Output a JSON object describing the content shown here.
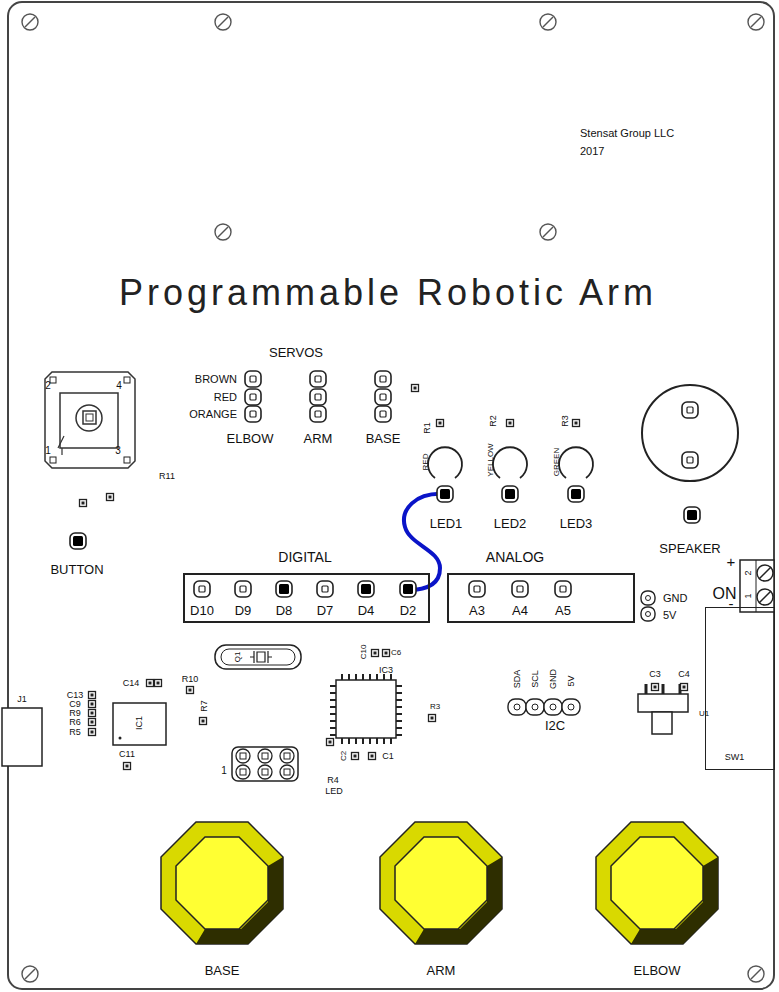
{
  "diagram": {
    "title": "Programmable Robotic Arm",
    "nodes": [
      {
        "text": [
          "DIGITAL",
          "D10",
          "D9",
          "D8",
          "D7",
          "D4",
          "D2"
        ]
      },
      {
        "text": [
          "ANALOG",
          "A3",
          "A4",
          "A5"
        ]
      },
      {
        "text": [
          "ON",
          "SW1"
        ]
      },
      {
        "text": [
          "BASE"
        ]
      },
      {
        "text": [
          "ARM"
        ]
      },
      {
        "text": [
          "ELBOW"
        ]
      }
    ],
    "labels": [
      "Stensat Group LLC",
      "2017",
      "SERVOS",
      "BROWN",
      "RED",
      "ORANGE",
      "ELBOW",
      "ARM",
      "BASE",
      "R1",
      "R2",
      "R3",
      "RED",
      "YELLOW",
      "GREEN",
      "LED1",
      "LED2",
      "LED3",
      "SPEAKER",
      "BUTTON",
      "R11",
      "2",
      "4",
      "1",
      "3",
      "+",
      "-",
      "2",
      "1",
      "GND",
      "5V",
      "C10",
      "C6",
      "Q1",
      "IC3",
      "R3",
      "SDA",
      "SCL",
      "GND",
      "5V",
      "I2C",
      "C3",
      "C4",
      "U1",
      "J1",
      "C13",
      "C9",
      "R9",
      "R6",
      "R5",
      "C14",
      "R10",
      "R7",
      "IC1",
      "C11",
      "C2",
      "C1",
      "1",
      "R4",
      "LED"
    ]
  }
}
